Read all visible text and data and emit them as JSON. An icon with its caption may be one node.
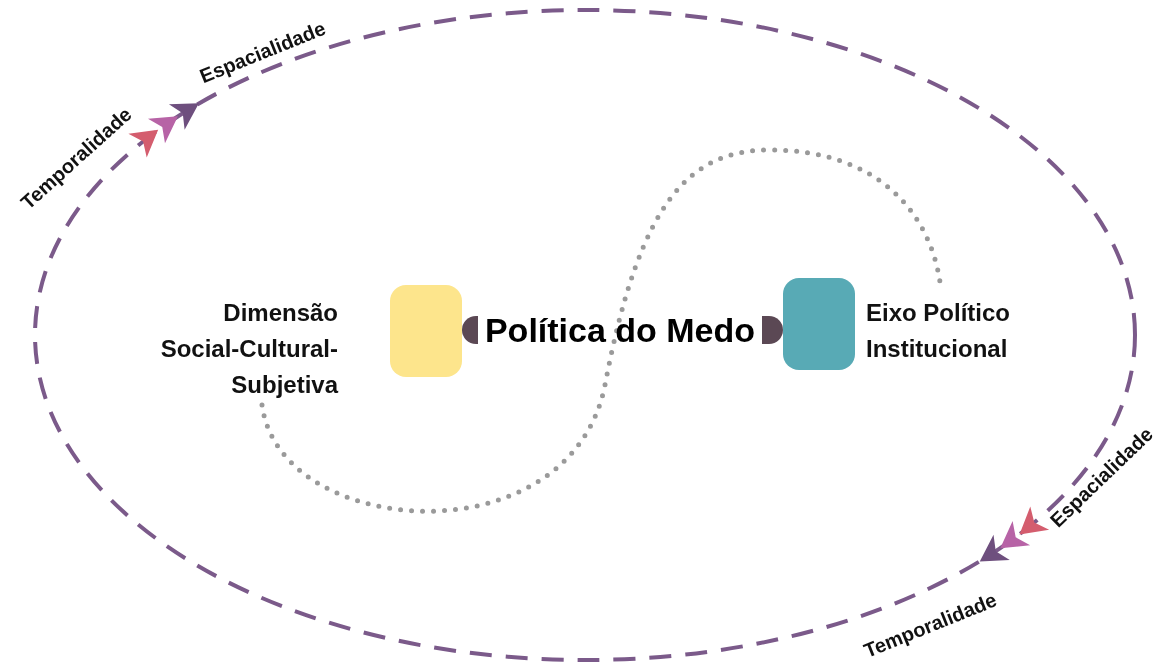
{
  "diagram": {
    "nodes": [
      {
        "text": [
          "Política do Medo"
        ]
      },
      {
        "text": [],
        "shape": "box",
        "beside": [
          "Dimensão Social-Cultural-Subjetiva"
        ]
      },
      {
        "text": [],
        "shape": "box",
        "beside": [
          "Eixo Político Institucional"
        ]
      }
    ],
    "edges": [
      {
        "from": 0,
        "to": 1,
        "arrow": "none",
        "style": "thick"
      },
      {
        "from": 0,
        "to": 2,
        "arrow": "none",
        "style": "thick"
      }
    ],
    "labels": [
      "Espacialidade",
      "Temporalidade",
      "Espacialidade",
      "Temporalidade"
    ]
  }
}
